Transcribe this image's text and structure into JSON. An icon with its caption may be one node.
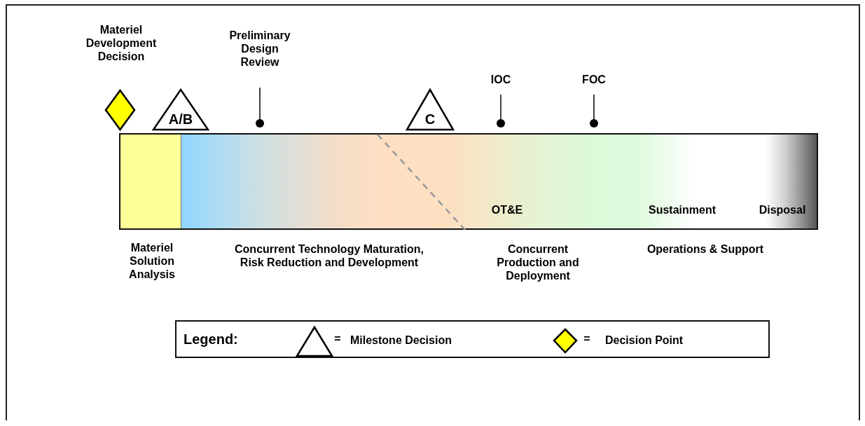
{
  "diagram": {
    "nodes": [
      {
        "text": [
          "Materiel Solution Analysis"
        ]
      },
      {
        "text": [
          "OT&E",
          "Sustainment",
          "Disposal"
        ]
      },
      {
        "text": [],
        "shape": "diamond",
        "beside": [
          "Materiel Development Decision"
        ]
      },
      {
        "text": [
          "A/B"
        ]
      },
      {
        "text": [
          "C"
        ]
      }
    ],
    "edges": [],
    "labels": [
      "Preliminary Design Review",
      "IOC",
      "FOC",
      "Concurrent Technology Maturation, Risk Reduction and Development",
      "Concurrent Production and Deployment",
      "Operations & Support",
      "Legend:",
      "=",
      "="
    ],
    "legend": [
      {
        "text": "Milestone Decision"
      },
      {
        "text": "Decision Point"
      }
    ]
  }
}
